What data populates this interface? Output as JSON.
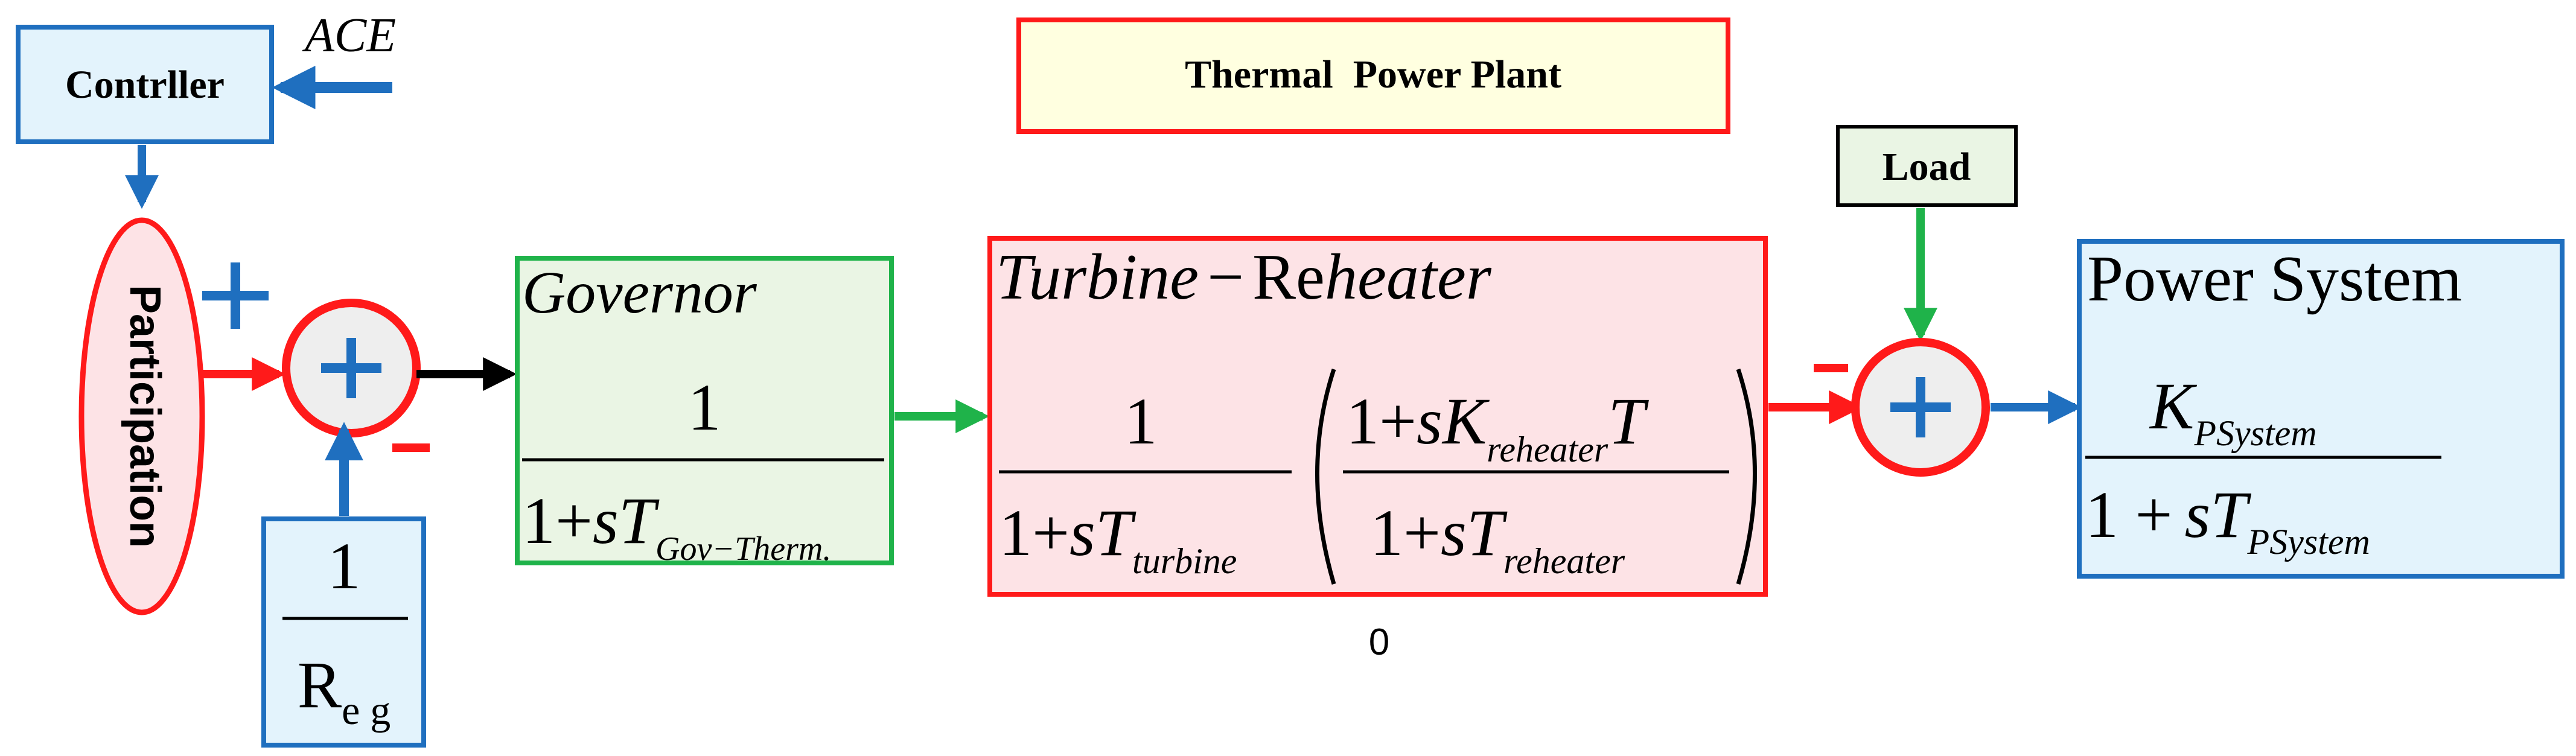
{
  "title": "Thermal  Power Plant",
  "ace_label": "ACE",
  "controller_label": "Contrller",
  "participation_label": "Participation",
  "load_label": "Load",
  "summer1": {
    "plus": "+",
    "minus": "−"
  },
  "summer2": {
    "minus": "−"
  },
  "reg": {
    "num": "1",
    "den_main": "R",
    "den_sub": "e g"
  },
  "governor": {
    "title": "Governor",
    "num": "1",
    "den_main": "1+",
    "den_s": "s",
    "den_T": "T",
    "den_sub": "Gov−Therm."
  },
  "turbine": {
    "title_italic": "Turbine",
    "title_dash": "−",
    "title_re": "Re",
    "title_rest": "heater",
    "f1_num": "1",
    "f1_den_main": "1+",
    "f1_den_s": "s",
    "f1_den_T": "T",
    "f1_den_sub": "turbine",
    "f2_num_main": "1+",
    "f2_num_sK": "sK",
    "f2_num_sub": "reheater",
    "f2_num_T": "T",
    "f2_den_main": "1+",
    "f2_den_s": "s",
    "f2_den_T": "T",
    "f2_den_sub": "reheater"
  },
  "power_system": {
    "title": "Power System",
    "num_K": "K",
    "num_sub": "PSystem",
    "den_main": "1 +",
    "den_s": "s",
    "den_T": "T",
    "den_sub": "PSystem"
  },
  "stray_label": "0",
  "colors": {
    "blue": "#1f6fbf",
    "red": "#ff1a1a",
    "green": "#1fb34a",
    "black": "#000000",
    "controller_fill": "#e3f3fc",
    "governor_fill": "#eaf5e4",
    "turbine_fill": "#fde3e6",
    "power_fill": "#e3f3fc",
    "title_fill": "#ffffe0",
    "participation_fill": "#fde3e6",
    "load_fill": "#eaf5e4"
  }
}
